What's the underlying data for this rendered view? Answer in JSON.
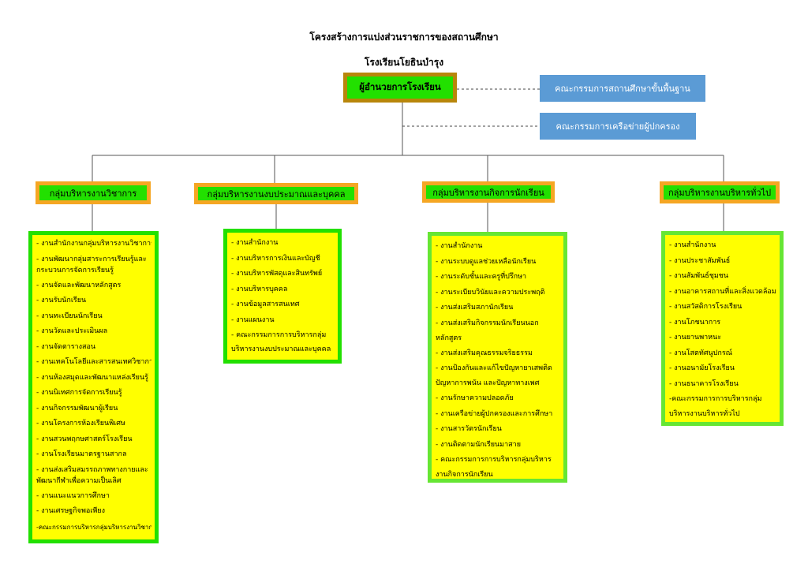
{
  "title": "โครงสร้างการแบ่งส่วนราชการของสถานศึกษา",
  "school_name": "โรงเรียนโยธินบำรุง",
  "director": "ผู้อำนวยการโรงเรียน",
  "committees": [
    "คณะกรรมการสถานศึกษาขั้นพื้นฐาน",
    "คณะกรรมการเครือข่ายผู้ปกครอง"
  ],
  "colors": {
    "group_frame": "#f5a623",
    "group_fill": "#22e000",
    "list_fill": "#ffff00",
    "committee_fill": "#5b9bd5",
    "director_frame": "#b8860b"
  },
  "groups": [
    {
      "name": "กลุ่มบริหารงานวิชาการ",
      "items": [
        "- งานสำนักงานกลุ่มบริหารงานวิชาการ",
        "- งานพัฒนากลุ่มสาระการเรียนรู้และกระบวนการจัดการเรียนรู้",
        "- งานจัดและพัฒนาหลักสูตร",
        "- งานรับนักเรียน",
        "- งานทะเบียนนักเรียน",
        "- งานวัดและประเมินผล",
        "- งานจัดตารางสอน",
        "- งานเทคโนโลยีและสารสนเทศวิชาการ",
        "- งานห้องสมุดและพัฒนาแหล่งเรียนรู้",
        "- งานนิเทศการจัดการเรียนรู้",
        "- งานกิจกรรมพัฒนาผู้เรียน",
        "- งานโครงการห้องเรียนพิเศษ",
        "- งานสวนพฤกษศาสตร์โรงเรียน",
        "- งานโรงเรียนมาตรฐานสากล",
        "- งานส่งเสริมสมรรถภาพทางกายและพัฒนากีฬาเพื่อความเป็นเลิศ",
        "- งานแนะแนวการศึกษา",
        "- งานเศรษฐกิจพอเพียง",
        "-คณะกรรมการบริหารกลุ่มบริหารงานวิชาการ"
      ]
    },
    {
      "name": "กลุ่มบริหารงานงบประมาณและบุคคล",
      "items": [
        "- งานสำนักงาน",
        "- งานบริหารการเงินและบัญชี",
        "- งานบริหารพัสดุและสินทรัพย์",
        "- งานบริหารบุคคล",
        "- งานข้อมูลสารสนเทศ",
        "- งานแผนงาน",
        "- คณะกรรมการการบริหารกลุ่มบริหารงานงบประมาณและบุคคล"
      ]
    },
    {
      "name": "กลุ่มบริหารงานกิจการนักเรียน",
      "items": [
        "- งานสำนักงาน",
        "- งานระบบดูแลช่วยเหลือนักเรียน",
        "- งานระดับชั้นและครูที่ปรึกษา",
        "- งานระเบียบวินัยและความประพฤติ",
        "- งานส่งเสริมสภานักเรียน",
        "- งานส่งเสริมกิจกรรมนักเรียนนอกหลักสูตร",
        "- งานส่งเสริมคุณธรรมจริยธรรม",
        "- งานป้องกันและแก้ไขปัญหายาเสพติด ปัญหาการพนัน และปัญหาทางเพศ",
        "- งานรักษาความปลอดภัย",
        "- งานเครือข่ายผู้ปกครองและการศึกษา",
        "- งานสารวัตรนักเรียน",
        "- งานติดตามนักเรียนมาสาย",
        "- คณะกรรมการการบริหารกลุ่มบริหารงานกิจการนักเรียน"
      ]
    },
    {
      "name": "กลุ่มบริหารงานบริหารทั่วไป",
      "items": [
        "- งานสำนักงาน",
        "- งานประชาสัมพันธ์",
        "- งานสัมพันธ์ชุมชน",
        "- งานอาคารสถานที่และสิ่งแวดล้อม",
        "- งานสวัสดิการโรงเรียน",
        "- งานโภชนาการ",
        "- งานยานพาหนะ",
        "- งานโสตทัศนูปกรณ์",
        "- งานอนามัยโรงเรียน",
        "- งานธนาคารโรงเรียน",
        "-คณะกรรมการการบริหารกลุ่มบริหารงานบริหารทั่วไป"
      ]
    }
  ]
}
